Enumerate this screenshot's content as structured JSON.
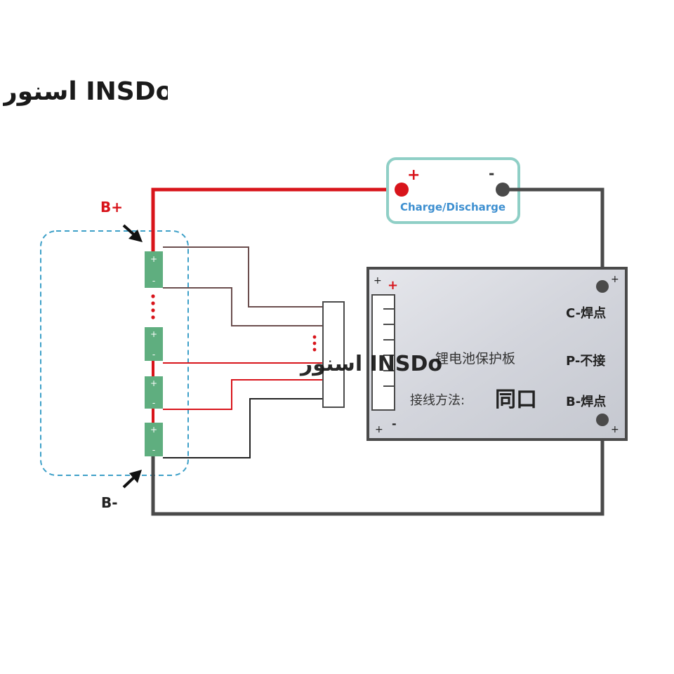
{
  "brand": {
    "logo_text": "اسنور INSDo",
    "watermark_text": "اسنور INSDo"
  },
  "battery_pack": {
    "positive_label": "B+",
    "negative_label": "B-",
    "cell_plus_sign": "+",
    "cell_minus_sign": "-"
  },
  "charge_box": {
    "plus_sign": "+",
    "minus_sign": "-",
    "label": "Charge/Discharge"
  },
  "pcb": {
    "title": "锂电池保护板",
    "method_label": "接线方法:",
    "method_value": "同口",
    "c_label": "C-焊点",
    "p_label": "P-不接",
    "b_label": "B-焊点",
    "plus_sign": "+",
    "minus_sign": "-",
    "corner_mark": "+"
  },
  "colors": {
    "positive_wire": "#d8141b",
    "negative_wire": "#4a4a4a",
    "balance_wire_dark": "#6b4e4e",
    "cell_green": "#5fae7f",
    "dashed_outline": "#3ea0c8",
    "charge_box_border": "#8fcfc6",
    "charge_label": "#3d8fd0",
    "logo_magenta": "#d81fa5"
  }
}
